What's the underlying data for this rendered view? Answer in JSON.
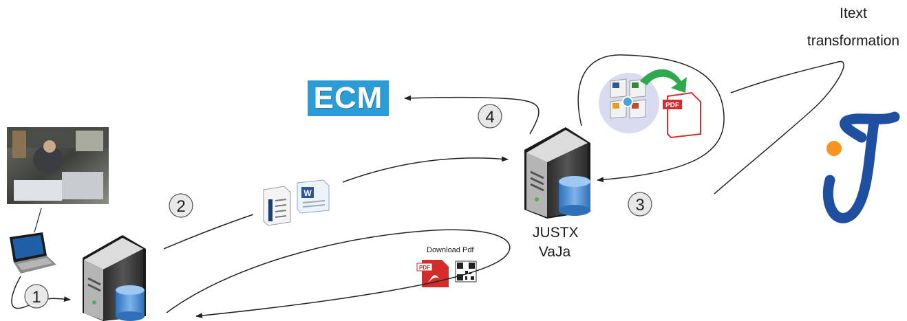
{
  "logo_ecm": "ECM",
  "steps": [
    "1",
    "2",
    "3",
    "4"
  ],
  "server_label_line1": "JUSTX",
  "server_label_line2": "VaJa",
  "download_label": "Download Pdf",
  "transformation_line1": "Itext",
  "transformation_line2": "transformation",
  "pdf_badge": "PDF",
  "colors": {
    "ecm_blue": "#2c9cd6",
    "pdf_red": "#d62b2b",
    "itext_blue": "#1f4fa0",
    "itext_orange": "#f7931e",
    "server_dark": "#3a3a3a",
    "db_blue": "#4a90d9"
  }
}
